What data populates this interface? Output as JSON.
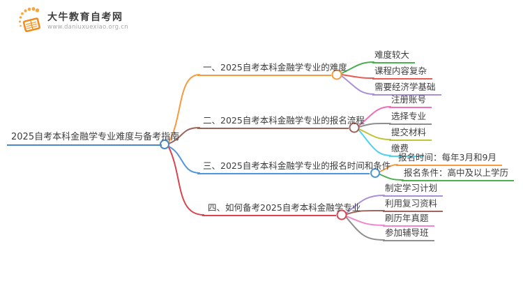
{
  "logo": {
    "title": "大牛教育自考网",
    "url": "www.daniuxuexiao.org.cn",
    "accent": "#f29423",
    "icon": "book-with-sunburst-icon"
  },
  "palette": {
    "text": "#3d3d3d",
    "background": "#ffffff"
  },
  "mindmap": {
    "root": {
      "label": "2025自考本科金融学专业难度与备考指南",
      "color": "#4a89c8"
    },
    "branches": [
      {
        "label": "一、2025自考本科金融学专业的难度",
        "color": "#f79a3e",
        "children": [
          {
            "label": "难度较大",
            "color": "#4cb050"
          },
          {
            "label": "课程内容复杂",
            "color": "#ea5a52"
          },
          {
            "label": "需要经济学基础",
            "color": "#a98fd8"
          }
        ]
      },
      {
        "label": "二、2025自考本科金融学专业的报名流程",
        "color": "#9a625a",
        "children": [
          {
            "label": "注册账号",
            "color": "#f06eb8"
          },
          {
            "label": "选择专业",
            "color": "#8e8e8e"
          },
          {
            "label": "提交材料",
            "color": "#c0c435"
          },
          {
            "label": "缴费",
            "color": "#4ed2ee"
          }
        ]
      },
      {
        "label": "三、2025自考本科金融学专业的报名时间和条件",
        "color": "#4e97dd",
        "children": [
          {
            "label": "报名时间：每年3月和9月",
            "color": "#f79a3e"
          },
          {
            "label": "报名条件：高中及以上学历",
            "color": "#4cb050"
          }
        ]
      },
      {
        "label": "四、如何备考2025自考本科金融学专业",
        "color": "#d9444f",
        "children": [
          {
            "label": "制定学习计划",
            "color": "#a98fd8"
          },
          {
            "label": "利用复习资料",
            "color": "#a2665c"
          },
          {
            "label": "刷历年真题",
            "color": "#f286ce"
          },
          {
            "label": "参加辅导班",
            "color": "#8e8e8e"
          }
        ]
      }
    ]
  }
}
